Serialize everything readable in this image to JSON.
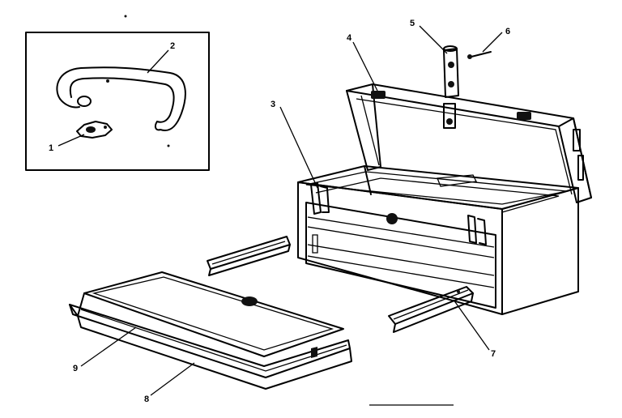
{
  "callouts": [
    {
      "label": "1",
      "part": "handle-bracket"
    },
    {
      "label": "2",
      "part": "handle"
    },
    {
      "label": "3",
      "part": "drawer-slide-bracket"
    },
    {
      "label": "4",
      "part": "lid-latch"
    },
    {
      "label": "5",
      "part": "hasp"
    },
    {
      "label": "6",
      "part": "hasp-rivet"
    },
    {
      "label": "7",
      "part": "drawer-slide"
    },
    {
      "label": "8",
      "part": "drawer"
    },
    {
      "label": "9",
      "part": "drawer-liner"
    }
  ],
  "colors": {
    "ink": "#000000",
    "paper": "#ffffff"
  }
}
